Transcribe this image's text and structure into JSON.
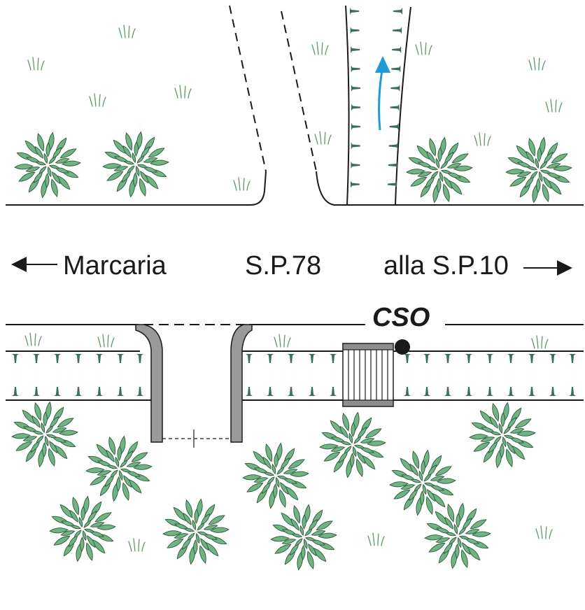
{
  "labels": {
    "left_destination": "Marcaria",
    "road_name": "S.P.78",
    "right_destination": "alla S.P.10",
    "overflow": "CSO"
  },
  "icons": {
    "left_arrow": "arrow-left-icon",
    "right_arrow": "arrow-right-icon",
    "flow_arrow": "flow-direction-arrow-icon",
    "shrub": "shrub-icon",
    "grass": "grass-tuft-icon",
    "grate": "grate-icon",
    "manhole": "outfall-point-icon"
  },
  "colors": {
    "line": "#1a1a1a",
    "shrub_fill": "#6fb482",
    "shrub_stroke": "#2f5a3a",
    "grass": "#5a9a64",
    "reed": "#3f6b5e",
    "flow_arrow": "#1e9bd7",
    "headwall": "#9a9a9a",
    "grate_fill": "#ffffff"
  }
}
